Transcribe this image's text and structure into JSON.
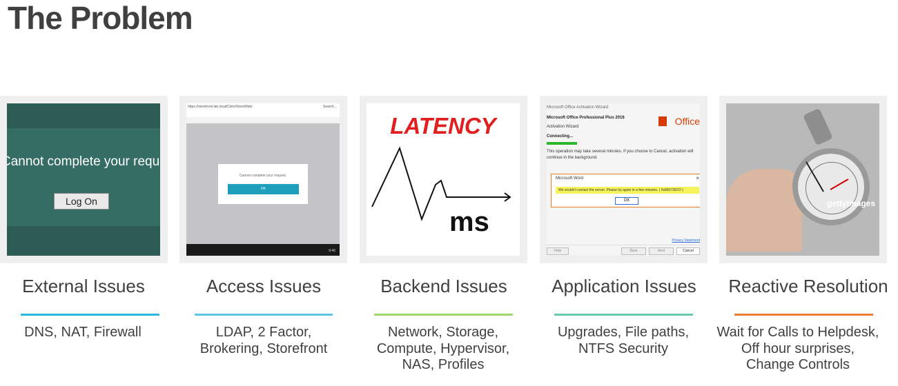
{
  "title": "The Problem",
  "colors": {
    "external": "#29b6e0",
    "access": "#5bc5e8",
    "backend": "#9ed66a",
    "application": "#66cca8",
    "reactive": "#ec7d2e"
  },
  "cards": [
    {
      "heading": "External Issues",
      "description": "DNS, NAT, Firewall",
      "image": {
        "error_text": "Cannot complete your request",
        "button": "Log On"
      }
    },
    {
      "heading": "Access Issues",
      "description": "LDAP, 2 Factor,\nBrokering, Storefront",
      "image": {
        "url": "https://storefront.lab.local/Citrix/StoreWeb/",
        "search": "Search...",
        "message": "Cannot complete your request.",
        "ok": "OK",
        "clock": "9:46"
      }
    },
    {
      "heading": "Backend Issues",
      "description": "Network, Storage,\nCompute, Hypervisor,\nNAS, Profiles",
      "image": {
        "label": "LATENCY",
        "unit": "ms"
      }
    },
    {
      "heading": "Application Issues",
      "description": "Upgrades, File paths,\nNTFS Security",
      "image": {
        "window_title": "Microsoft Office Activation Wizard",
        "product": "Microsoft Office Professional Plus 2016",
        "wizard": "Activation Wizard",
        "logo": "Office",
        "connecting": "Connecting...",
        "note": "This operation may take several minutes. If you choose to Cancel, activation will continue in the background.",
        "dialog_title": "Microsoft Word",
        "dialog_close": "×",
        "dialog_message": "We couldn't contact the server. Please try again in a few minutes. ( 0x80072EFD )",
        "dialog_ok": "OK",
        "privacy": "Privacy Statement",
        "help": "Help",
        "back": "Back",
        "next": "Next",
        "cancel": "Cancel"
      }
    },
    {
      "heading": "Reactive Resolution",
      "description": "Wait for Calls to Helpdesk,\nOff hour surprises,\nChange Controls",
      "image": {
        "watermark": "gettyimages"
      }
    }
  ]
}
